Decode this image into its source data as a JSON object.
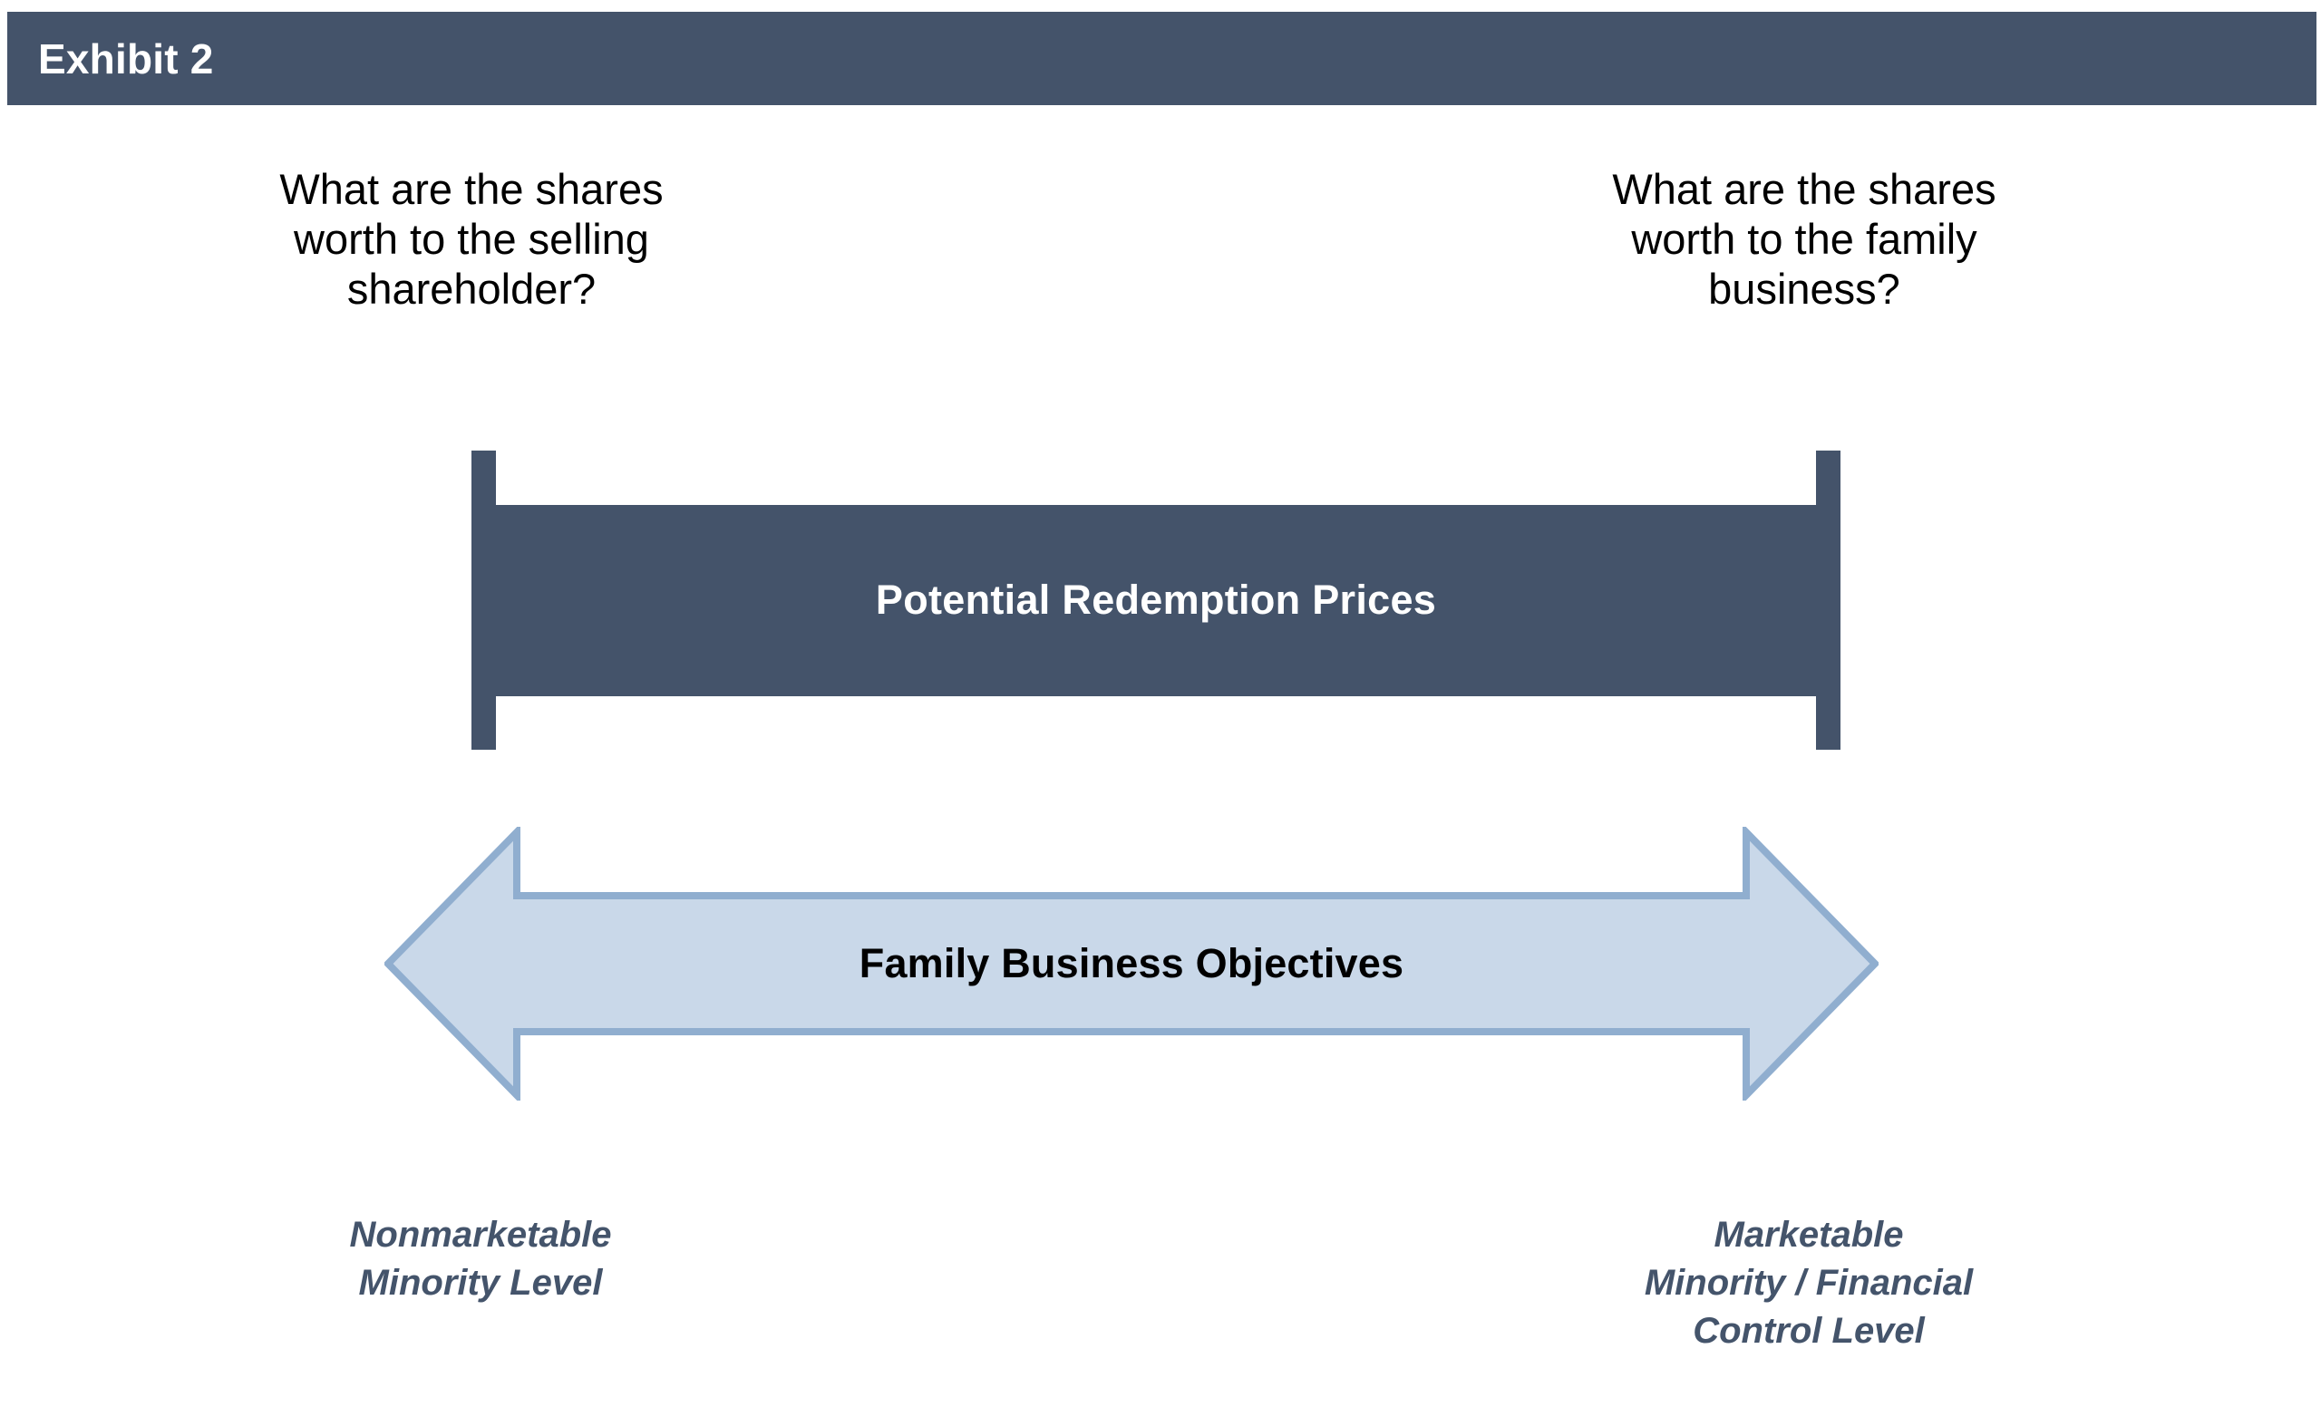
{
  "header": {
    "title": "Exhibit 2",
    "bar_color": "#44536A",
    "title_color": "#FFFFFF"
  },
  "questions": {
    "left": "What are the shares\nworth to the selling\nshareholder?",
    "right": "What are the shares\nworth to the family\nbusiness?",
    "text_color": "#000000"
  },
  "ibeam": {
    "label": "Potential Redemption Prices",
    "fill": "#44536A",
    "label_color": "#FFFFFF"
  },
  "arrow": {
    "label": "Family Business Objectives",
    "fill": "#C9D8E9",
    "stroke": "#90AECF",
    "label_color": "#000000",
    "direction": "double-headed-horizontal"
  },
  "levels": {
    "left": "Nonmarketable\nMinority Level",
    "right": "Marketable\nMinority / Financial\nControl Level",
    "text_color": "#44546B"
  }
}
